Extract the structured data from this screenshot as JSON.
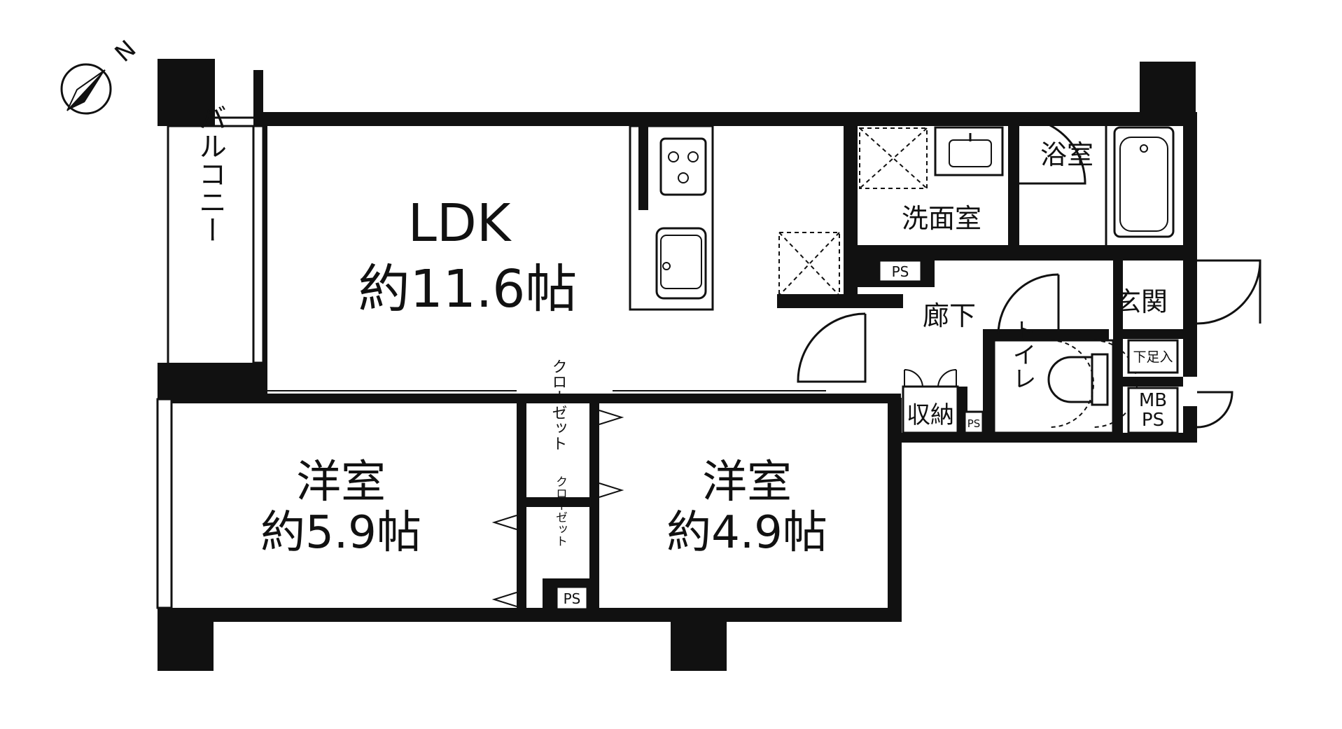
{
  "compass": {
    "north": "N"
  },
  "rooms": {
    "ldk": {
      "name": "LDK",
      "size": "約11.6帖"
    },
    "west": {
      "name": "洋室",
      "size": "約5.9帖"
    },
    "east": {
      "name": "洋室",
      "size": "約4.9帖"
    },
    "balcony": "バルコニー",
    "washroom": "洗面室",
    "bath": "浴室",
    "hall": "廊下",
    "entrance": "玄関",
    "toilet": "トイレ",
    "storage": "収納",
    "closet1": "クローゼット",
    "closet2": "クローゼット",
    "shoebox": "下足入",
    "mbps": [
      "MB",
      "PS"
    ],
    "ps_hall": "PS",
    "ps_small": "PS",
    "ps_closet": "PS"
  }
}
